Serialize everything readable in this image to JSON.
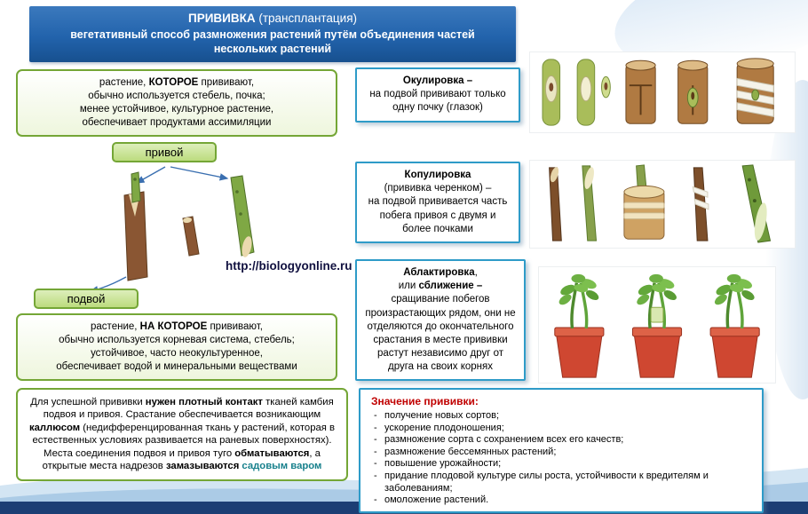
{
  "header": {
    "title_segments": [
      {
        "t": "ПРИВИВКА",
        "b": true
      },
      {
        "t": " (трансплантация)"
      }
    ],
    "subtitle": "вегетативный способ размножения растений путём объединения частей нескольких растений"
  },
  "left": {
    "scion_tag": "привой",
    "rootstock_tag": "подвой",
    "scion_box": [
      {
        "t": "растение, "
      },
      {
        "t": "КОТОРОЕ",
        "b": true
      },
      {
        "t": " прививают,\nобычно используется стебель, почка;\nменее устойчивое, культурное растение,\nобеспечивает продуктами ассимиляции"
      }
    ],
    "rootstock_box": [
      {
        "t": "растение, "
      },
      {
        "t": "НА КОТОРОЕ",
        "b": true
      },
      {
        "t": " прививают,\nобычно используется корневая система, стебель;\nустойчивое, часто неокультуренное,\nобеспечивает водой и минеральными веществами"
      }
    ],
    "contact_box": [
      {
        "t": "Для успешной прививки "
      },
      {
        "t": "нужен плотный контакт",
        "b": true
      },
      {
        "t": " тканей камбия подвоя и привоя. Срастание обеспечивается возникающим "
      },
      {
        "t": "каллюсом",
        "b": true
      },
      {
        "t": " (недифференцированная ткань у растений, которая в естественных условиях развивается на раневых поверхностях). Места соединения подвоя и привоя туго "
      },
      {
        "t": "обматываются",
        "b": true
      },
      {
        "t": ", а открытые места надрезов "
      },
      {
        "t": "замазываются",
        "b": true
      },
      {
        "t": " садовым варом",
        "b": true,
        "c": "#17808c"
      }
    ]
  },
  "middle": {
    "okulirovka": [
      {
        "t": "Окулировка –",
        "b": true
      },
      {
        "t": "\nна подвой прививают только одну почку (глазок)"
      }
    ],
    "kopulirovka": [
      {
        "t": "Копулировка",
        "b": true
      },
      {
        "t": "\n(прививка черенком) –\nна подвой прививается часть побега привоя с двумя и более почками"
      }
    ],
    "ablaktirovka": [
      {
        "t": "Аблактировка",
        "b": true
      },
      {
        "t": ",\nили "
      },
      {
        "t": "сближение –",
        "b": true
      },
      {
        "t": "\nсращивание побегов произрастающих рядом, они не отделяются до окончательного срастания в месте прививки растут независимо друг от друга на своих корнях"
      }
    ]
  },
  "value_box": {
    "title": "Значение прививки:",
    "items": [
      "получение новых сортов;",
      "ускорение плодоношения;",
      "размножение сорта с сохранением всех его качеств;",
      "размножение бессемянных растений;",
      "повышение урожайности;",
      "придание плодовой культуре силы роста, устойчивости к вредителям и заболеваниям;",
      "омоложение растений."
    ]
  },
  "watermark_url": "http://biologyonline.ru",
  "illustrations": {
    "grafting_diagram": "scion-and-rootstock-twigs-diagram",
    "okulirovka": "bud-grafting-steps-drawing",
    "kopulirovka": "whip-grafting-twigs-drawing",
    "ablaktirovka": "approach-grafting-three-pots-drawing"
  },
  "colors": {
    "header_blue": "#2263ac",
    "green_border": "#74a636",
    "blue_border": "#2e9bc8",
    "value_title_red": "#c00000",
    "footer_navy": "#1c3e74"
  }
}
